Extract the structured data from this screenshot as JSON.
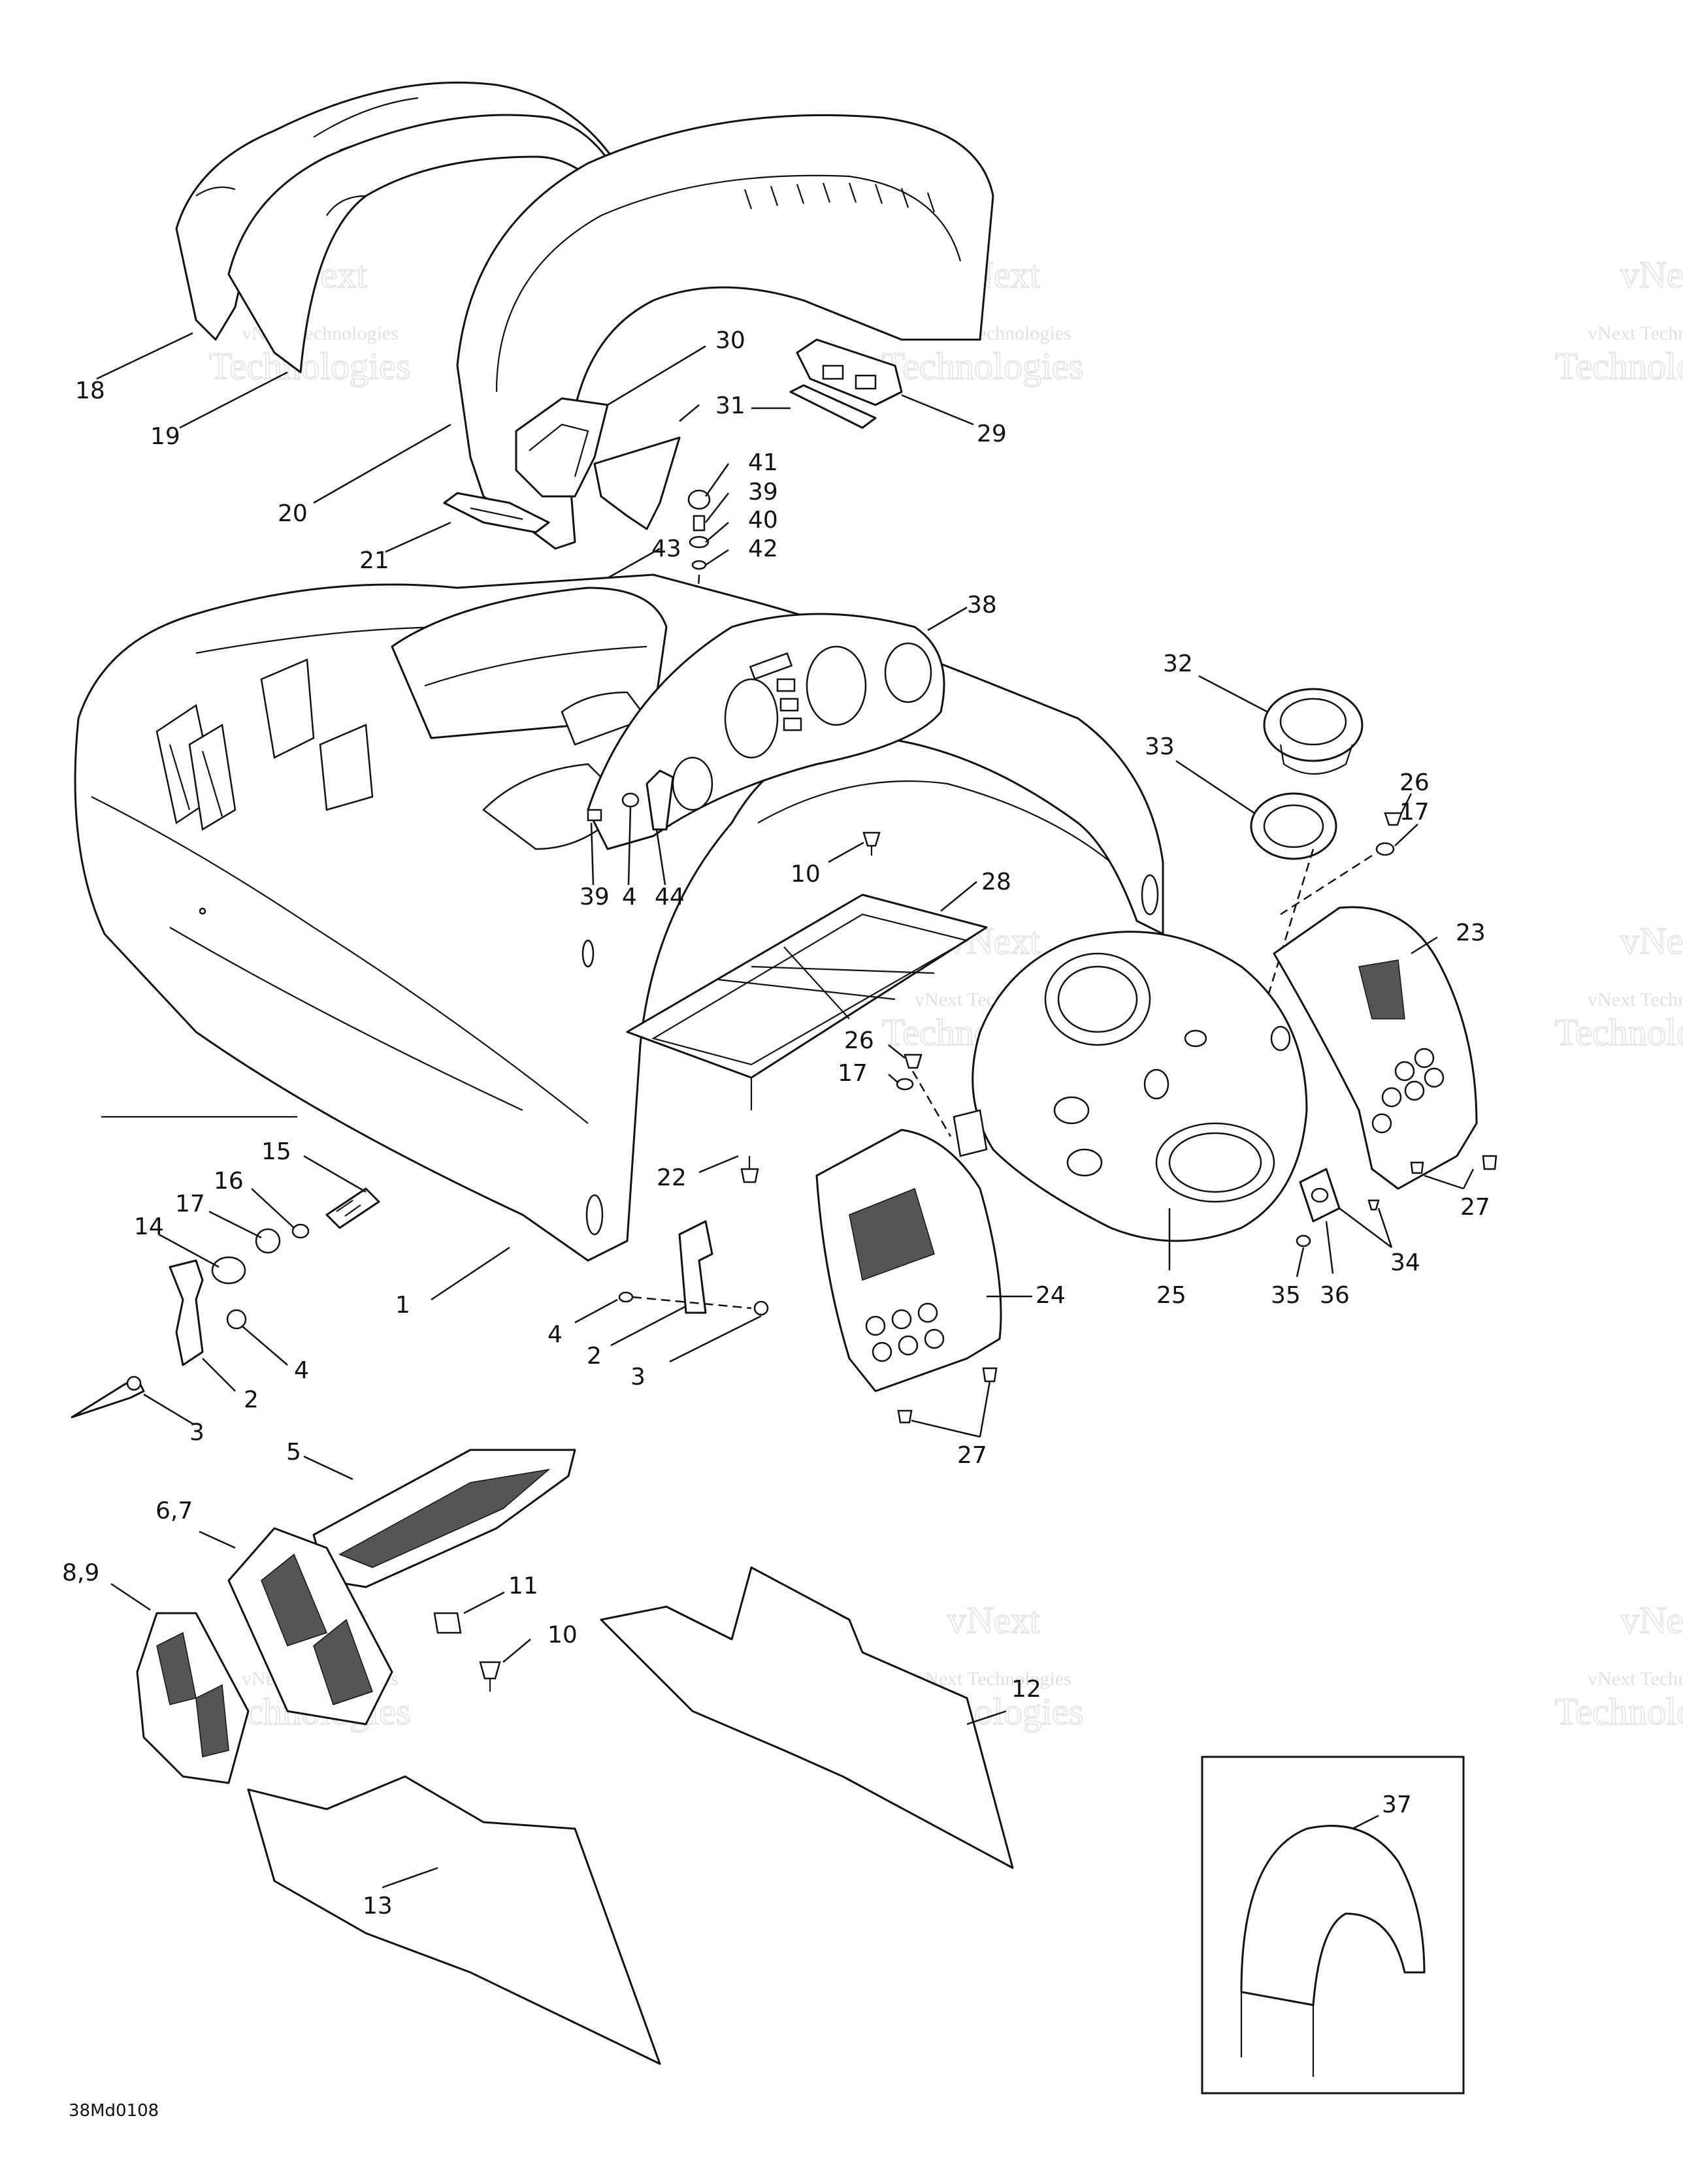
{
  "diagram": {
    "drawing_code": "38Md0108",
    "watermark_lines": [
      "vNext Technologies",
      "vNext",
      "Technologies"
    ],
    "callouts": [
      {
        "id": "c18",
        "label": "18"
      },
      {
        "id": "c19",
        "label": "19"
      },
      {
        "id": "c20",
        "label": "20"
      },
      {
        "id": "c21",
        "label": "21"
      },
      {
        "id": "c30",
        "label": "30"
      },
      {
        "id": "c31",
        "label": "31"
      },
      {
        "id": "c29",
        "label": "29"
      },
      {
        "id": "c41",
        "label": "41"
      },
      {
        "id": "c39a",
        "label": "39"
      },
      {
        "id": "c40",
        "label": "40"
      },
      {
        "id": "c42",
        "label": "42"
      },
      {
        "id": "c43",
        "label": "43"
      },
      {
        "id": "c38",
        "label": "38"
      },
      {
        "id": "c32",
        "label": "32"
      },
      {
        "id": "c33",
        "label": "33"
      },
      {
        "id": "c26a",
        "label": "26"
      },
      {
        "id": "c17a",
        "label": "17"
      },
      {
        "id": "c39b",
        "label": "39"
      },
      {
        "id": "c4a",
        "label": "4"
      },
      {
        "id": "c44",
        "label": "44"
      },
      {
        "id": "c10a",
        "label": "10"
      },
      {
        "id": "c28",
        "label": "28"
      },
      {
        "id": "c23",
        "label": "23"
      },
      {
        "id": "c26b",
        "label": "26"
      },
      {
        "id": "c17b",
        "label": "17"
      },
      {
        "id": "c22",
        "label": "22"
      },
      {
        "id": "c15",
        "label": "15"
      },
      {
        "id": "c16",
        "label": "16"
      },
      {
        "id": "c17c",
        "label": "17"
      },
      {
        "id": "c14",
        "label": "14"
      },
      {
        "id": "c1",
        "label": "1"
      },
      {
        "id": "c4b",
        "label": "4"
      },
      {
        "id": "c2a",
        "label": "2"
      },
      {
        "id": "c3a",
        "label": "3"
      },
      {
        "id": "c24",
        "label": "24"
      },
      {
        "id": "c25",
        "label": "25"
      },
      {
        "id": "c27a",
        "label": "27"
      },
      {
        "id": "c34",
        "label": "34"
      },
      {
        "id": "c35",
        "label": "35"
      },
      {
        "id": "c36",
        "label": "36"
      },
      {
        "id": "c4c",
        "label": "4"
      },
      {
        "id": "c2b",
        "label": "2"
      },
      {
        "id": "c3b",
        "label": "3"
      },
      {
        "id": "c27b",
        "label": "27"
      },
      {
        "id": "c5",
        "label": "5"
      },
      {
        "id": "c67",
        "label": "6,7"
      },
      {
        "id": "c89",
        "label": "8,9"
      },
      {
        "id": "c11",
        "label": "11"
      },
      {
        "id": "c10b",
        "label": "10"
      },
      {
        "id": "c12",
        "label": "12"
      },
      {
        "id": "c37",
        "label": "37"
      },
      {
        "id": "c13",
        "label": "13"
      }
    ]
  }
}
